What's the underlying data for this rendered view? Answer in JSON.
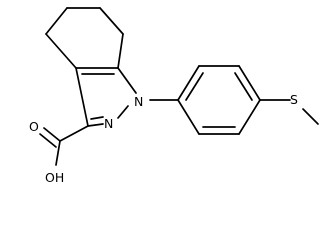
{
  "molecule": {
    "atoms": {
      "n1": "N",
      "n2": "N",
      "oh": "OH",
      "o_carbonyl": "O",
      "s": "S"
    }
  },
  "colors": {
    "bond": "#000000",
    "background": "#ffffff"
  }
}
